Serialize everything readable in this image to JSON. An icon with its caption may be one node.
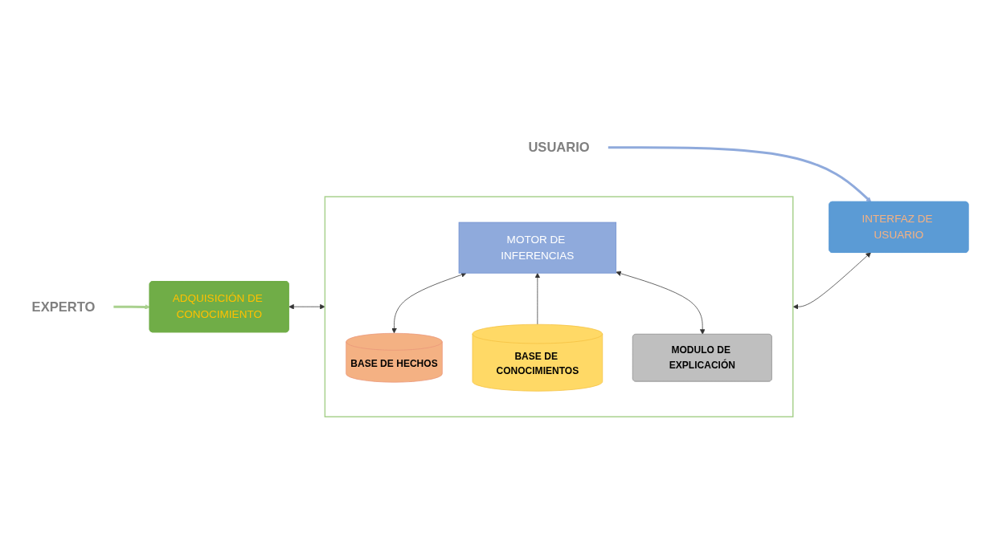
{
  "diagram": {
    "nodes": [
      {
        "text": [
          "EXPERTO"
        ]
      },
      {
        "text": [
          "USUARIO"
        ]
      },
      {
        "text": [
          "ADQUISICIÓN DE CONOCIMIENTO"
        ]
      },
      {
        "text": [],
        "shape": "box"
      },
      {
        "text": [
          "MOTOR DE INFERENCIAS"
        ],
        "in": 3
      },
      {
        "text": [
          "BASE DE HECHOS"
        ],
        "in": 3
      },
      {
        "text": [
          "BASE DE CONOCIMIENTOS"
        ],
        "in": 3
      },
      {
        "text": [
          "MODULO DE EXPLICACIÓN"
        ],
        "in": 3
      },
      {
        "text": [
          "INTERFAZ DE USUARIO"
        ]
      }
    ],
    "edges": [
      {
        "from": 0,
        "to": 2,
        "arrow": "to",
        "style": "thick",
        "color": "#a9d18e"
      },
      {
        "from": 1,
        "to": 8,
        "arrow": "to",
        "style": "thick",
        "color": "#8faadc"
      },
      {
        "from": 2,
        "to": 3,
        "arrow": "both"
      },
      {
        "from": 3,
        "to": 8,
        "arrow": "both"
      },
      {
        "from": 5,
        "to": 4,
        "arrow": "both"
      },
      {
        "from": 6,
        "to": 4,
        "arrow": "to"
      },
      {
        "from": 7,
        "to": 4,
        "arrow": "both"
      }
    ]
  }
}
